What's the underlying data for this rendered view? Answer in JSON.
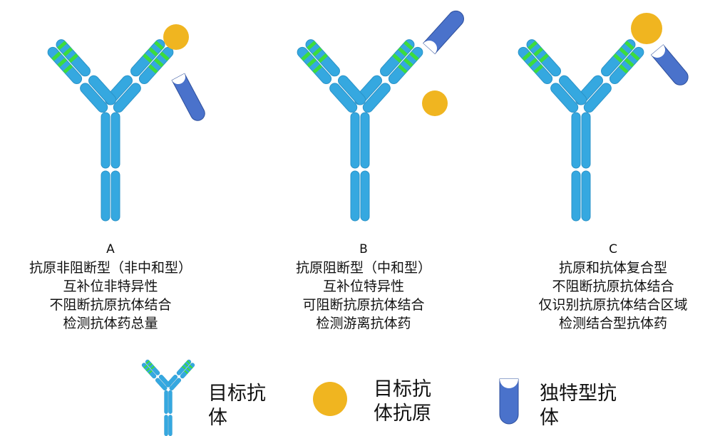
{
  "colors": {
    "antibody": "#35a8e0",
    "antibody_outline": "#2b93c8",
    "cdr_green": "#3ddc3d",
    "antigen": "#f0b520",
    "anti_idiotype": "#4a72cb",
    "anti_idiotype_outline": "#2e4f9c"
  },
  "panels": [
    {
      "letter": "A",
      "lines": [
        "抗原非阻断型（非中和型）",
        "互补位非特异性",
        "不阻断抗原抗体结合",
        "检测抗体药总量"
      ]
    },
    {
      "letter": "B",
      "lines": [
        "抗原阻断型（中和型）",
        "互补位特异性",
        "可阻断抗原抗体结合",
        "检测游离抗体药"
      ]
    },
    {
      "letter": "C",
      "lines": [
        "抗原和抗体复合型",
        "不阻断抗原抗体结合",
        "仅识别抗原抗体结合区域",
        "检测结合型抗体药"
      ]
    }
  ],
  "legend": [
    {
      "icon": "target-antibody-icon",
      "lines": [
        "目标抗",
        "体"
      ]
    },
    {
      "icon": "target-antigen-icon",
      "lines": [
        "目标抗",
        "体抗原"
      ]
    },
    {
      "icon": "anti-idiotype-antibody-icon",
      "lines": [
        "独特型抗",
        "体"
      ]
    }
  ]
}
